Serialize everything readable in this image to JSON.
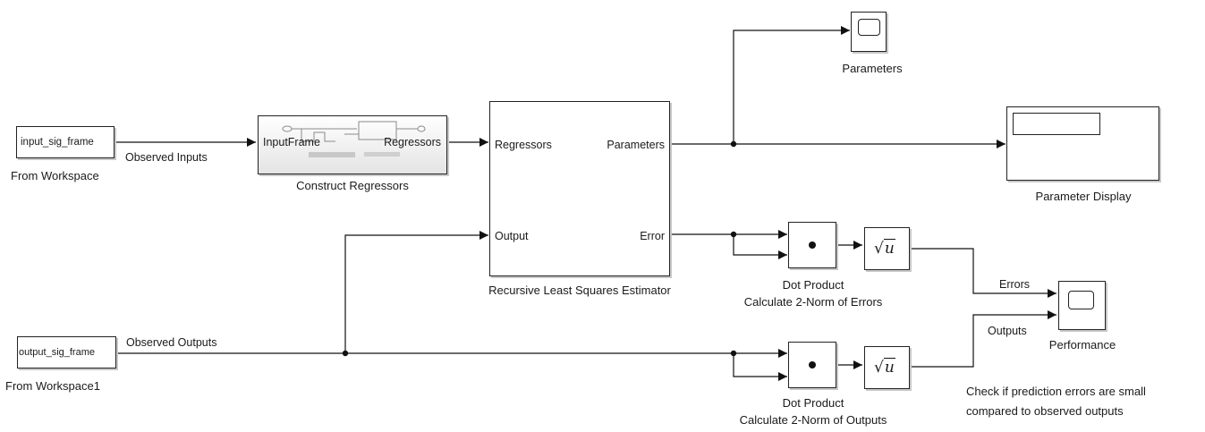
{
  "blocks": {
    "from_ws": {
      "value": "input_sig_frame",
      "label": "From Workspace"
    },
    "from_ws1": {
      "value": "output_sig_frame",
      "label": "From Workspace1"
    },
    "construct": {
      "label": "Construct Regressors",
      "in_port": "InputFrame",
      "out_port": "Regressors"
    },
    "rls": {
      "label": "Recursive Least Squares Estimator",
      "in_regressors": "Regressors",
      "in_output": "Output",
      "out_parameters": "Parameters",
      "out_error": "Error"
    },
    "scope_params": {
      "label": "Parameters"
    },
    "param_display": {
      "label": "Parameter Display"
    },
    "dot_errors": {
      "label_line1": "Dot Product",
      "label_line2": "Calculate 2-Norm of Errors"
    },
    "dot_outputs": {
      "label_line1": "Dot Product",
      "label_line2": "Calculate 2-Norm of Outputs"
    },
    "sqrt_fn": {
      "radicand": "u"
    },
    "performance": {
      "label": "Performance"
    }
  },
  "signals": {
    "observed_inputs": "Observed Inputs",
    "observed_outputs": "Observed Outputs",
    "errors": "Errors",
    "outputs": "Outputs"
  },
  "annotation": {
    "line1": "Check if prediction errors are small",
    "line2": "compared to observed outputs"
  }
}
